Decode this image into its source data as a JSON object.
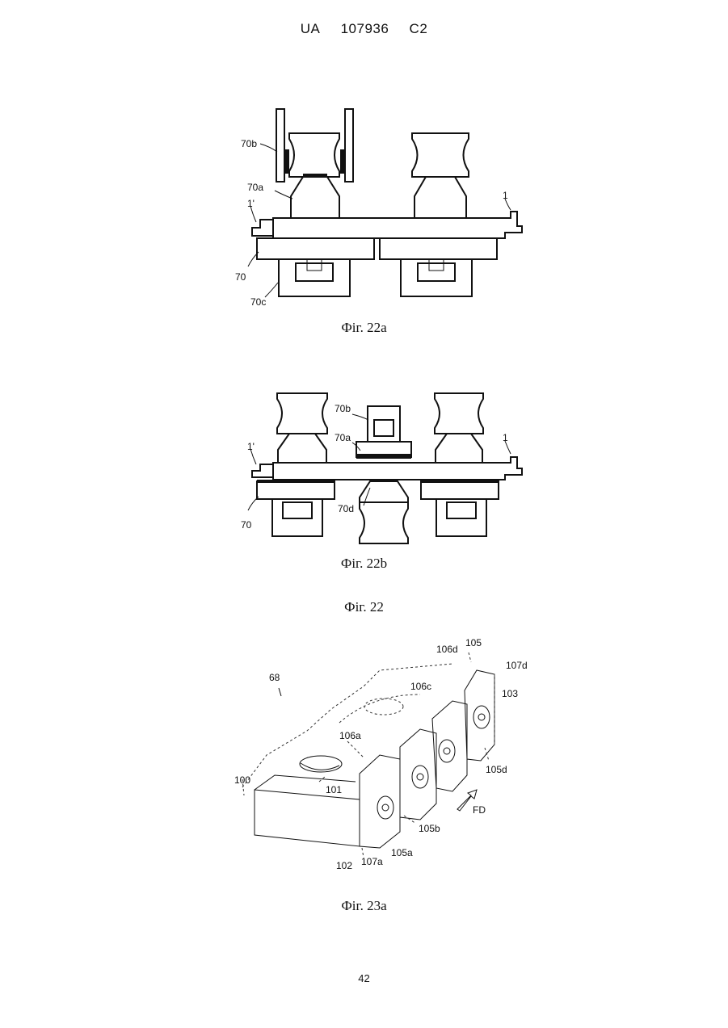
{
  "header": {
    "country": "UA",
    "number": "107936",
    "kind": "C2"
  },
  "fig22a": {
    "caption": "Фіг. 22a",
    "labels": {
      "l70b": "70b",
      "l70a": "70a",
      "l1p": "1'",
      "l1": "1",
      "l70": "70",
      "l70c": "70c"
    }
  },
  "fig22b": {
    "caption": "Фіг. 22b",
    "labels": {
      "l70b": "70b",
      "l70a": "70a",
      "l1p": "1'",
      "l1": "1",
      "l70": "70",
      "l70d": "70d"
    }
  },
  "fig22": {
    "caption": "Фіг. 22"
  },
  "fig23a": {
    "caption": "Фіг. 23a",
    "labels": {
      "l68": "68",
      "l105": "105",
      "l106d": "106d",
      "l107d": "107d",
      "l106c": "106c",
      "l103": "103",
      "l106a": "106a",
      "l105d": "105d",
      "l100": "100",
      "l101": "101",
      "lFD": "FD",
      "l105b": "105b",
      "l105a": "105a",
      "l102": "102",
      "l107a": "107a"
    }
  },
  "page_number": "42"
}
